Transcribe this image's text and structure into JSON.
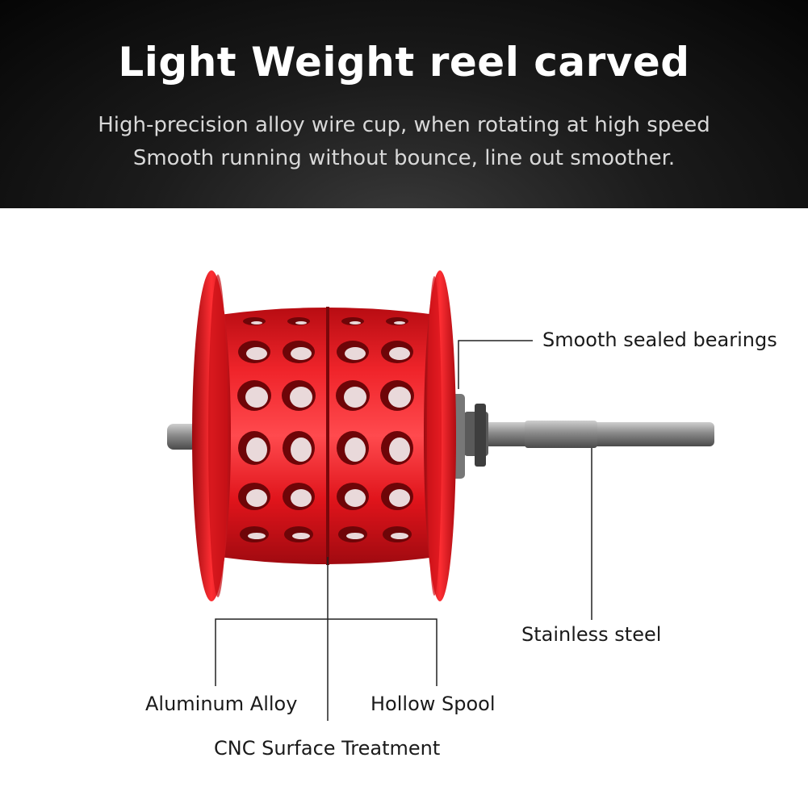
{
  "banner": {
    "headline": "Light Weight reel carved",
    "sub_line_1": "High-precision alloy wire cup, when rotating at high speed",
    "sub_line_2": "Smooth running without bounce, line out smoother."
  },
  "callouts": {
    "bearings": "Smooth sealed bearings",
    "stainless": "Stainless steel",
    "aluminum": "Aluminum Alloy",
    "hollow": "Hollow Spool",
    "cnc": "CNC Surface Treatment"
  },
  "colors": {
    "spool_red": "#e0141b",
    "spool_dark": "#8a0a0e",
    "steel": "#8f8f8f",
    "banner_bg": "#0a0a0a"
  }
}
